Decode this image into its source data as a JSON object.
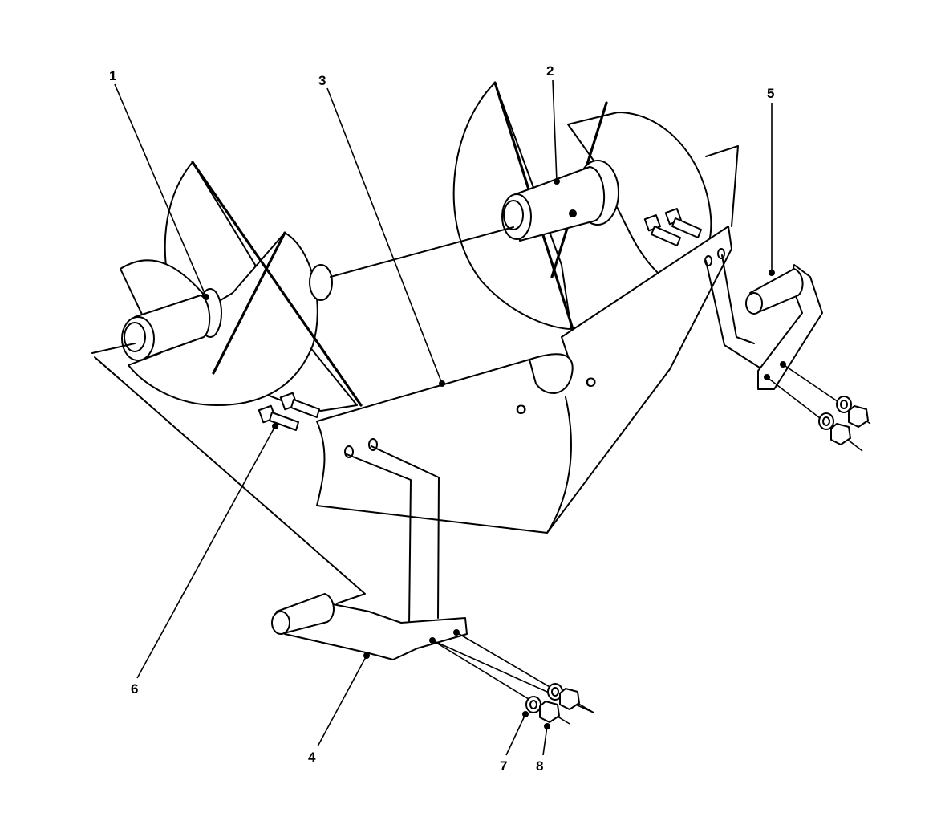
{
  "callouts": [
    {
      "id": "1",
      "label": "1"
    },
    {
      "id": "2",
      "label": "2"
    },
    {
      "id": "3",
      "label": "3"
    },
    {
      "id": "4",
      "label": "4"
    },
    {
      "id": "5",
      "label": "5"
    },
    {
      "id": "6",
      "label": "6"
    },
    {
      "id": "7",
      "label": "7"
    },
    {
      "id": "8",
      "label": "8"
    }
  ],
  "hole_marks": {
    "left": "O",
    "right": "O"
  },
  "colors": {
    "ink": "#000000",
    "paper": "#ffffff"
  }
}
